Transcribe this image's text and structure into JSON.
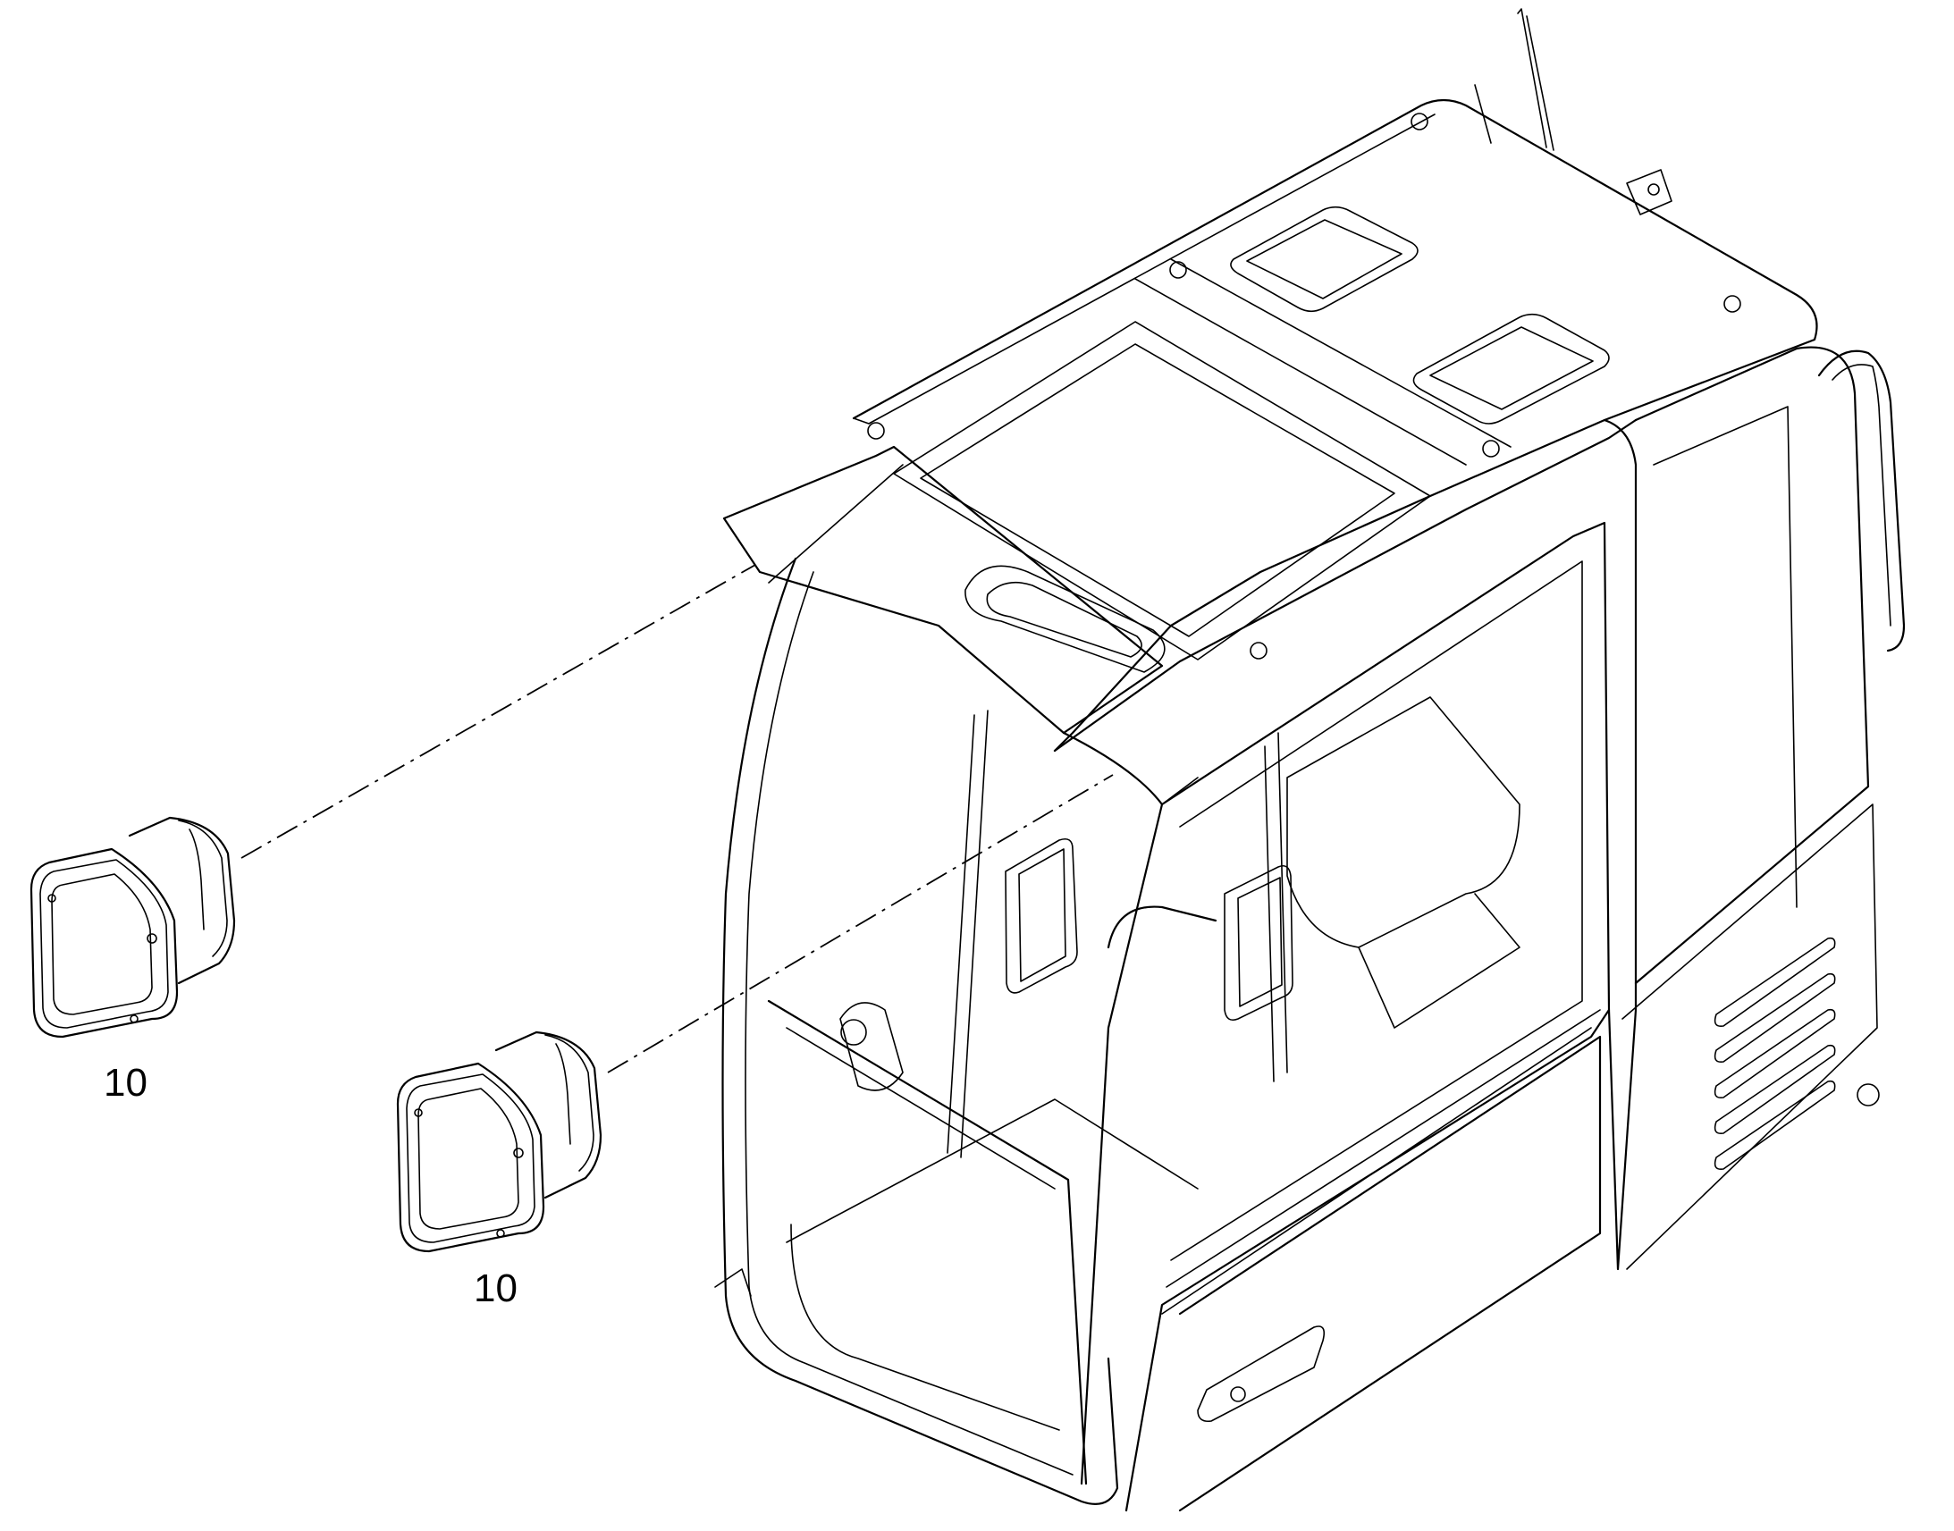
{
  "callouts": [
    {
      "id": "a",
      "label": "10"
    },
    {
      "id": "b",
      "label": "10"
    }
  ],
  "colors": {
    "line": "#000000",
    "background": "#ffffff"
  },
  "parts": [
    {
      "name": "work-lamp",
      "ref": "10"
    },
    {
      "name": "work-lamp",
      "ref": "10"
    }
  ]
}
